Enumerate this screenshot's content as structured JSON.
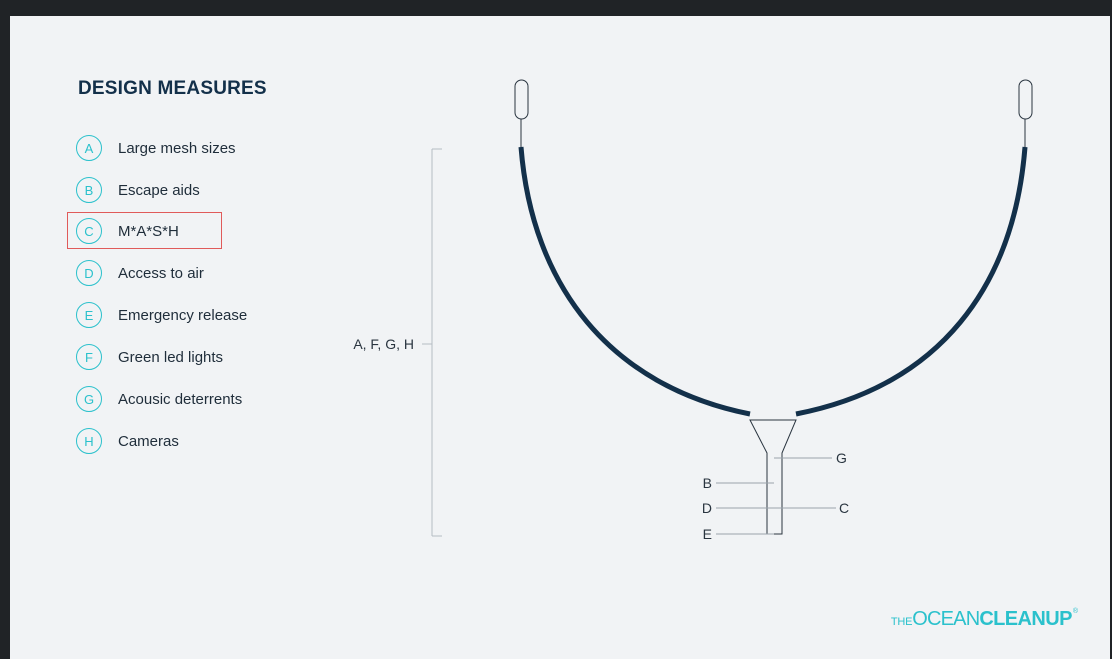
{
  "title": "DESIGN MEASURES",
  "measures": [
    {
      "letter": "A",
      "label": "Large mesh sizes"
    },
    {
      "letter": "B",
      "label": "Escape aids"
    },
    {
      "letter": "C",
      "label": "M*A*S*H"
    },
    {
      "letter": "D",
      "label": "Access to air"
    },
    {
      "letter": "E",
      "label": "Emergency release"
    },
    {
      "letter": "F",
      "label": "Green led lights"
    },
    {
      "letter": "G",
      "label": "Acousic deterrents"
    },
    {
      "letter": "H",
      "label": "Cameras"
    }
  ],
  "highlighted_item": "C",
  "diagram": {
    "bracket_label": "A, F, G, H",
    "labels": {
      "b": "B",
      "d": "D",
      "e": "E",
      "g": "G",
      "c": "C"
    }
  },
  "logo": {
    "pre": "THE",
    "mid": "OCEAN",
    "end": "CLEANUP",
    "mark": "®"
  },
  "colors": {
    "accent": "#2bc1cc",
    "navy": "#13304a",
    "highlight": "#e05a5a",
    "background": "#f1f3f5"
  }
}
